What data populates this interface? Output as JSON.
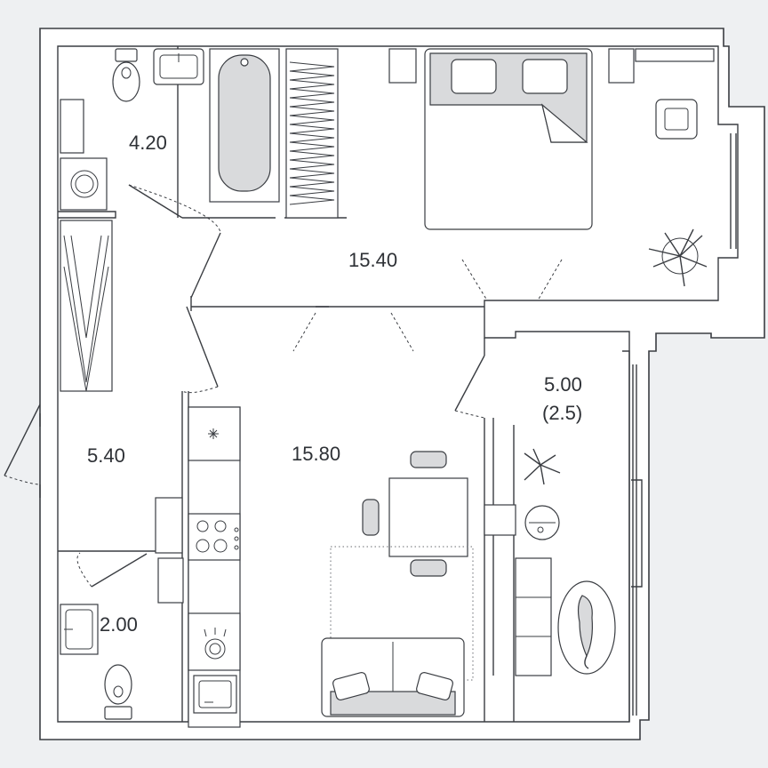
{
  "rooms": [
    {
      "id": "bathroom",
      "area": "4.20"
    },
    {
      "id": "bedroom",
      "area": "15.40"
    },
    {
      "id": "hallway",
      "area": "5.40"
    },
    {
      "id": "kitchen-living",
      "area": "15.80"
    },
    {
      "id": "balcony",
      "area": "5.00",
      "sub": "(2.5)"
    },
    {
      "id": "wc",
      "area": "2.00"
    }
  ],
  "colors": {
    "background": "#eef0f2",
    "wall": "#3a3d42",
    "floor": "#ffffff",
    "furniture_fill": "#d9dadc"
  },
  "icons": [
    "toilet-icon",
    "sink-icon",
    "bathtub-icon",
    "washing-machine-icon",
    "wardrobe-icon",
    "bed-icon",
    "pillow-icon",
    "plant-icon",
    "fridge-icon",
    "stove-icon",
    "dining-table-icon",
    "chair-icon",
    "sofa-icon",
    "rug-icon",
    "cat-icon",
    "lamp-icon"
  ]
}
